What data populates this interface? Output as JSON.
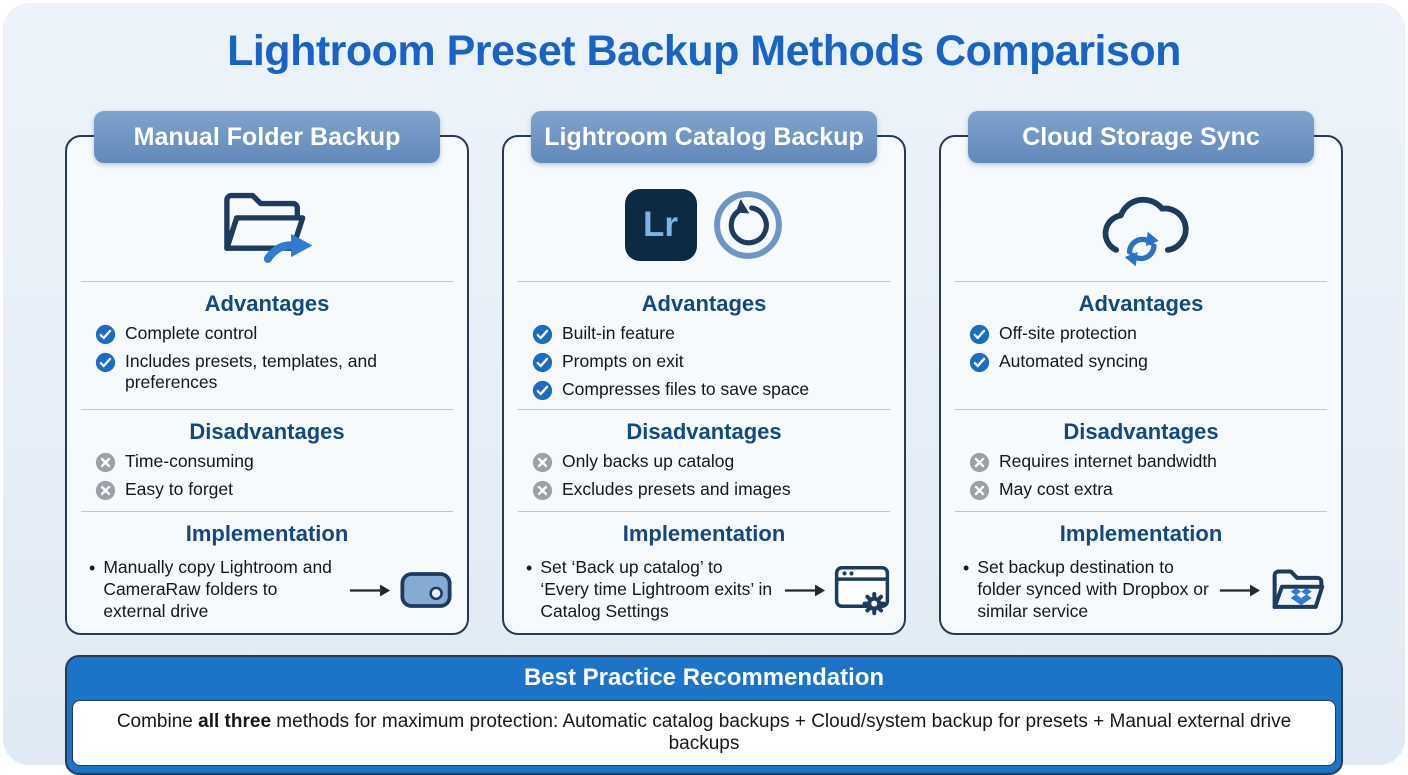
{
  "page": {
    "title": "Lightroom Preset Backup Methods Comparison"
  },
  "labels": {
    "advantages": "Advantages",
    "disadvantages": "Disadvantages",
    "implementation": "Implementation"
  },
  "columns": [
    {
      "header": "Manual Folder Backup",
      "icon": "folder-export-icon",
      "advantages": [
        "Complete control",
        "Includes presets, templates, and preferences"
      ],
      "disadvantages": [
        "Time-consuming",
        "Easy to forget"
      ],
      "implementation": "Manually copy Lightroom and CameraRaw folders to external drive",
      "implementation_icon": "external-drive-icon"
    },
    {
      "header": "Lightroom Catalog Backup",
      "icon": "lightroom-logo-and-restore-icon",
      "logo_text": "Lr",
      "advantages": [
        "Built-in feature",
        "Prompts on exit",
        "Compresses files to save space"
      ],
      "disadvantages": [
        "Only backs up catalog",
        "Excludes presets and images"
      ],
      "implementation": "Set ‘Back up catalog’ to ‘Every time Lightroom exits’ in Catalog Settings",
      "implementation_icon": "catalog-settings-icon"
    },
    {
      "header": "Cloud Storage Sync",
      "icon": "cloud-sync-icon",
      "advantages": [
        "Off-site protection",
        "Automated syncing"
      ],
      "disadvantages": [
        "Requires internet bandwidth",
        "May cost extra"
      ],
      "implementation": "Set backup destination to folder synced with Dropbox or similar service",
      "implementation_icon": "dropbox-folder-icon"
    }
  ],
  "recommendation": {
    "title": "Best Practice Recommendation",
    "prefix": "Combine ",
    "emphasis": "all three",
    "suffix": " methods for maximum protection: Automatic catalog backups + Cloud/system backup for presets + Manual external drive backups"
  },
  "colors": {
    "title": "#1763c6",
    "header_badge": "#6f95c4",
    "card_border": "#263a52",
    "section_heading": "#14497f",
    "check": "#1a6cc6",
    "cross": "#9aa1a8",
    "banner": "#1b74c8",
    "background": "#e8eff8"
  }
}
